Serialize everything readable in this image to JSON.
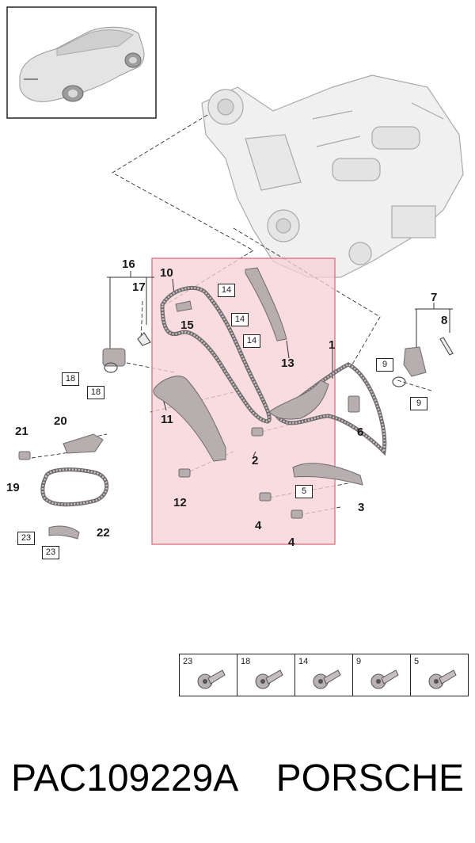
{
  "callouts": {
    "c1": "1",
    "c2": "2",
    "c3": "3",
    "c4a": "4",
    "c4b": "4",
    "c6": "6",
    "c7": "7",
    "c8": "8",
    "c10": "10",
    "c11": "11",
    "c12": "12",
    "c13": "13",
    "c15": "15",
    "c16": "16",
    "c17": "17",
    "c19": "19",
    "c20": "20",
    "c21": "21",
    "c22": "22"
  },
  "boxed": {
    "b14a": "14",
    "b14b": "14",
    "b14c": "14",
    "b18a": "18",
    "b18b": "18",
    "b9a": "9",
    "b9b": "9",
    "b5": "5",
    "b23a": "23",
    "b23b": "23"
  },
  "legend": [
    {
      "number": "23"
    },
    {
      "number": "18"
    },
    {
      "number": "14"
    },
    {
      "number": "9"
    },
    {
      "number": "5"
    }
  ],
  "footer": {
    "code": "PAC109229A",
    "brand": "PORSCHE"
  },
  "colors": {
    "highlight_fill": "#f6d0d6",
    "highlight_border": "#d9707e",
    "part_fill": "#b7aeb0"
  }
}
